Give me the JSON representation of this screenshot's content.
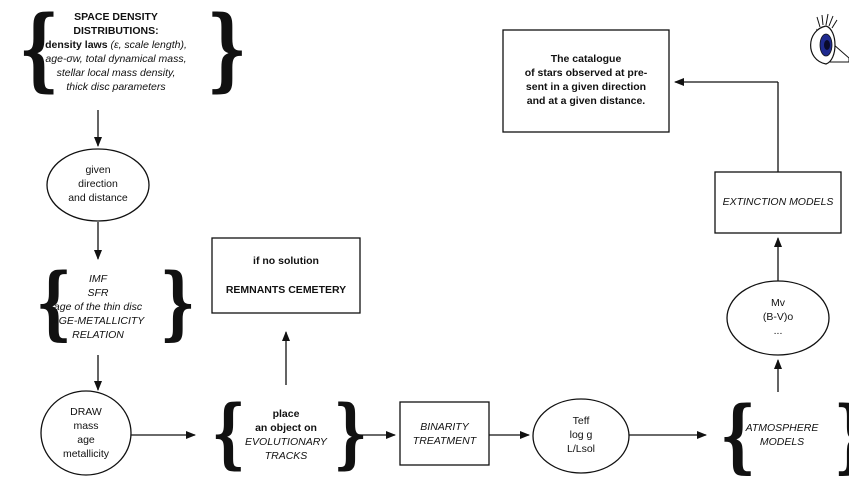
{
  "nodes": {
    "space_density": {
      "title_line1": "SPACE DENSITY",
      "title_line2": "DISTRIBUTIONS:",
      "line3_bold": "density laws",
      "line3_rest": " (ε, scale length),",
      "line4": "age-σw, total dynamical mass,",
      "line5": "stellar local mass density,",
      "line6": "thick disc parameters"
    },
    "direction": {
      "lines": [
        "given",
        "direction",
        "and distance"
      ]
    },
    "imf": {
      "lines": [
        "IMF",
        "SFR",
        "age of the thin disc",
        "AGE-METALLICITY",
        "RELATION"
      ]
    },
    "draw": {
      "lines": [
        "DRAW",
        "mass",
        "age",
        "metallicity"
      ]
    },
    "place": {
      "line1": "place",
      "line2": "an object on",
      "line3": "EVOLUTIONARY",
      "line4": "TRACKS"
    },
    "remnants": {
      "line1": "if no solution",
      "line2": "REMNANTS CEMETERY"
    },
    "binarity": {
      "lines": [
        "BINARITY",
        "TREATMENT"
      ]
    },
    "teff": {
      "lines": [
        "Teff",
        "log g",
        "L/Lsol"
      ]
    },
    "atmosphere": {
      "lines": [
        "ATMOSPHERE",
        "MODELS"
      ]
    },
    "mv": {
      "lines": [
        "Mv",
        "(B-V)o",
        "..."
      ]
    },
    "extinction": {
      "label": "EXTINCTION MODELS"
    },
    "catalogue": {
      "lines": [
        "The catalogue",
        "of stars observed at pre-",
        "sent in a given direction",
        "and at a given distance."
      ]
    }
  },
  "icons": {
    "observer": "eye-icon"
  }
}
